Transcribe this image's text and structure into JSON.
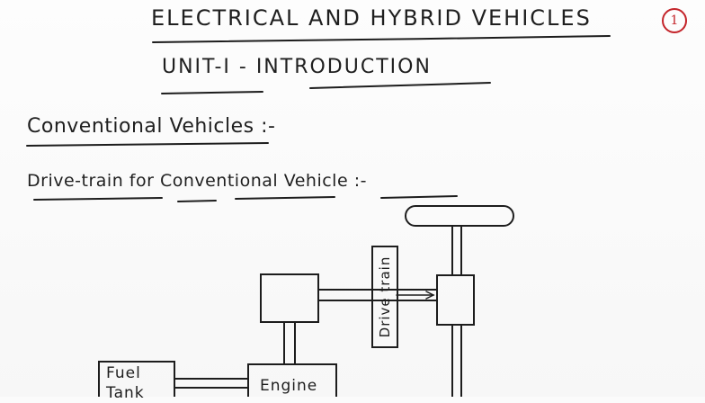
{
  "header": {
    "title": "ELECTRICAL AND HYBRID VEHICLES",
    "subtitle": "UNIT-I - INTRODUCTION",
    "page_number": "1"
  },
  "sections": {
    "heading1": "Conventional Vehicles :-",
    "heading2": "Drive-train for Conventional Vehicle :-"
  },
  "diagram": {
    "drive_train_label": "Drive train",
    "fuel_tank_label": "Fuel Tank",
    "engine_label": "Engine"
  },
  "colors": {
    "ink": "#1d1d1d",
    "page_number_ring": "#c4242a"
  }
}
